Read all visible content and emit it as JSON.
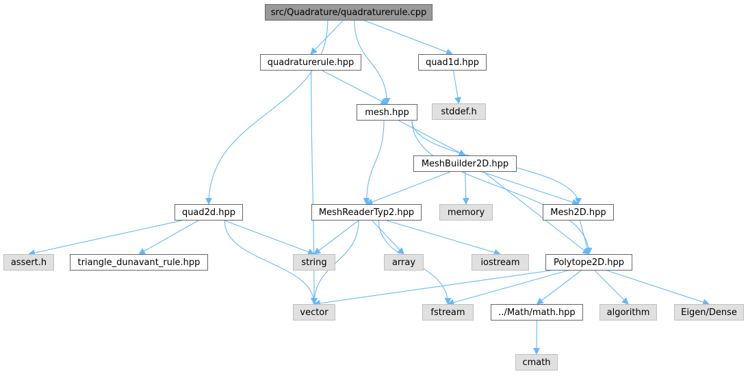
{
  "graph": {
    "edge_color": "#63b8ff",
    "nodes": [
      {
        "id": "root",
        "label": "src/Quadrature/quadraturerule.cpp",
        "kind": "root"
      },
      {
        "id": "quadraturerule_hpp",
        "label": "quadraturerule.hpp",
        "kind": "local"
      },
      {
        "id": "quad1d_hpp",
        "label": "quad1d.hpp",
        "kind": "local"
      },
      {
        "id": "stddef_h",
        "label": "stddef.h",
        "kind": "system"
      },
      {
        "id": "mesh_hpp",
        "label": "mesh.hpp",
        "kind": "local"
      },
      {
        "id": "meshbuilder2d_hpp",
        "label": "MeshBuilder2D.hpp",
        "kind": "local"
      },
      {
        "id": "quad2d_hpp",
        "label": "quad2d.hpp",
        "kind": "local"
      },
      {
        "id": "meshreadertyp2_hpp",
        "label": "MeshReaderTyp2.hpp",
        "kind": "local"
      },
      {
        "id": "memory",
        "label": "memory",
        "kind": "system"
      },
      {
        "id": "mesh2d_hpp",
        "label": "Mesh2D.hpp",
        "kind": "local"
      },
      {
        "id": "assert_h",
        "label": "assert.h",
        "kind": "system"
      },
      {
        "id": "triangle_dunavant_rule_hpp",
        "label": "triangle_dunavant_rule.hpp",
        "kind": "local"
      },
      {
        "id": "string",
        "label": "string",
        "kind": "system"
      },
      {
        "id": "array",
        "label": "array",
        "kind": "system"
      },
      {
        "id": "iostream",
        "label": "iostream",
        "kind": "system"
      },
      {
        "id": "polytope2d_hpp",
        "label": "Polytope2D.hpp",
        "kind": "local"
      },
      {
        "id": "vector",
        "label": "vector",
        "kind": "system"
      },
      {
        "id": "fstream",
        "label": "fstream",
        "kind": "system"
      },
      {
        "id": "math_hpp",
        "label": "../Math/math.hpp",
        "kind": "local"
      },
      {
        "id": "algorithm",
        "label": "algorithm",
        "kind": "system"
      },
      {
        "id": "eigen_dense",
        "label": "Eigen/Dense",
        "kind": "system"
      },
      {
        "id": "cmath",
        "label": "cmath",
        "kind": "system"
      }
    ],
    "edges": [
      [
        "root",
        "quadraturerule_hpp"
      ],
      [
        "root",
        "mesh_hpp"
      ],
      [
        "root",
        "quad1d_hpp"
      ],
      [
        "root",
        "quad2d_hpp"
      ],
      [
        "quadraturerule_hpp",
        "mesh_hpp"
      ],
      [
        "quadraturerule_hpp",
        "vector"
      ],
      [
        "quad1d_hpp",
        "stddef_h"
      ],
      [
        "mesh_hpp",
        "meshbuilder2d_hpp"
      ],
      [
        "mesh_hpp",
        "meshreadertyp2_hpp"
      ],
      [
        "mesh_hpp",
        "mesh2d_hpp"
      ],
      [
        "mesh_hpp",
        "polytope2d_hpp"
      ],
      [
        "meshbuilder2d_hpp",
        "meshreadertyp2_hpp"
      ],
      [
        "meshbuilder2d_hpp",
        "memory"
      ],
      [
        "meshbuilder2d_hpp",
        "mesh2d_hpp"
      ],
      [
        "meshbuilder2d_hpp",
        "polytope2d_hpp"
      ],
      [
        "mesh2d_hpp",
        "polytope2d_hpp"
      ],
      [
        "quad2d_hpp",
        "assert_h"
      ],
      [
        "quad2d_hpp",
        "triangle_dunavant_rule_hpp"
      ],
      [
        "quad2d_hpp",
        "string"
      ],
      [
        "quad2d_hpp",
        "vector"
      ],
      [
        "meshreadertyp2_hpp",
        "string"
      ],
      [
        "meshreadertyp2_hpp",
        "vector"
      ],
      [
        "meshreadertyp2_hpp",
        "array"
      ],
      [
        "meshreadertyp2_hpp",
        "iostream"
      ],
      [
        "meshreadertyp2_hpp",
        "fstream"
      ],
      [
        "polytope2d_hpp",
        "vector"
      ],
      [
        "polytope2d_hpp",
        "fstream"
      ],
      [
        "polytope2d_hpp",
        "math_hpp"
      ],
      [
        "polytope2d_hpp",
        "algorithm"
      ],
      [
        "polytope2d_hpp",
        "eigen_dense"
      ],
      [
        "math_hpp",
        "cmath"
      ]
    ]
  }
}
